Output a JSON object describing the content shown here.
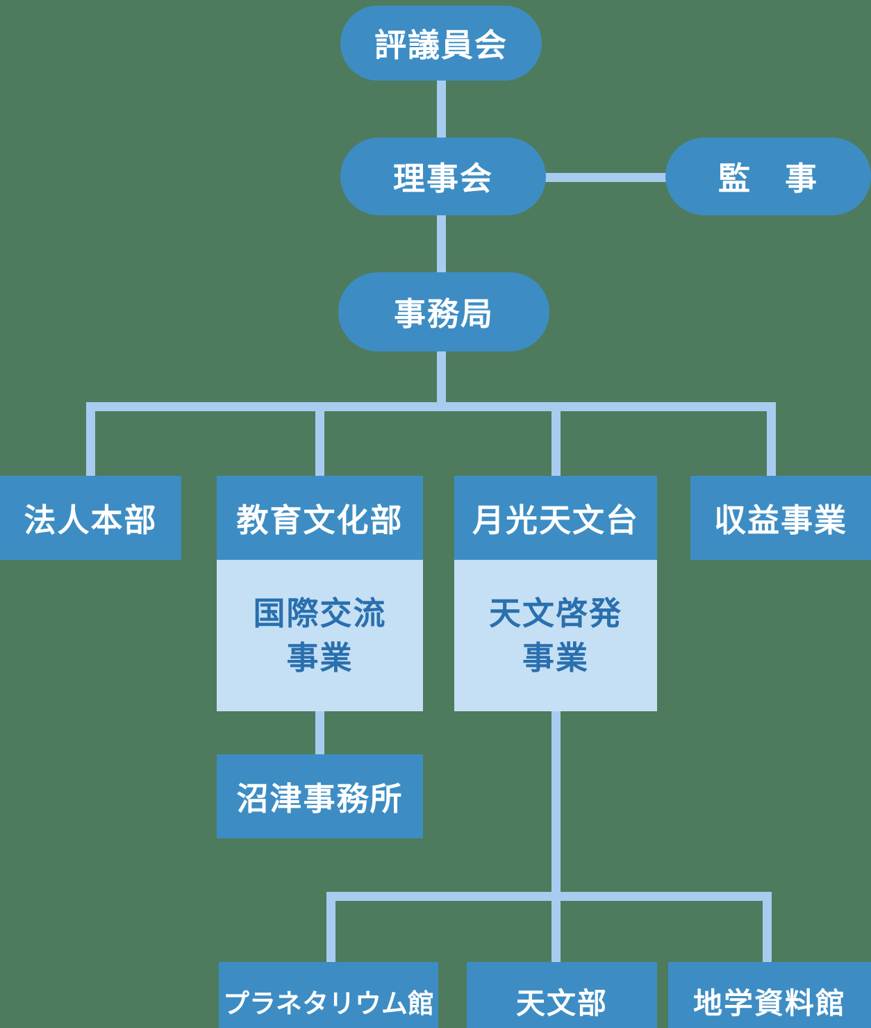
{
  "colors": {
    "background": "#4e7b5d",
    "node_fill": "#3d8dc4",
    "node_text": "#ffffff",
    "subnode_fill": "#c5e0f4",
    "subnode_text": "#2a6fae",
    "connector": "#a8ccf0"
  },
  "nodes": {
    "council": "評議員会",
    "board": "理事会",
    "auditor": "監　事",
    "secretariat": "事務局",
    "corporate_hq": "法人本部",
    "education_culture": "教育文化部",
    "gekko_observatory": "月光天文台",
    "profit_business": "収益事業",
    "intl_exchange_line1": "国際交流",
    "intl_exchange_line2": "事業",
    "astro_outreach_line1": "天文啓発",
    "astro_outreach_line2": "事業",
    "numazu_office": "沼津事務所",
    "planetarium": "プラネタリウム館",
    "astronomy_dept": "天文部",
    "geoscience_museum": "地学資料館"
  },
  "edges": [
    [
      "評議員会",
      "理事会"
    ],
    [
      "理事会",
      "監　事"
    ],
    [
      "理事会",
      "事務局"
    ],
    [
      "事務局",
      "法人本部"
    ],
    [
      "事務局",
      "教育文化部"
    ],
    [
      "事務局",
      "月光天文台"
    ],
    [
      "事務局",
      "収益事業"
    ],
    [
      "教育文化部",
      "国際交流事業"
    ],
    [
      "国際交流事業",
      "沼津事務所"
    ],
    [
      "月光天文台",
      "天文啓発事業"
    ],
    [
      "天文啓発事業",
      "プラネタリウム館"
    ],
    [
      "天文啓発事業",
      "天文部"
    ],
    [
      "天文啓発事業",
      "地学資料館"
    ]
  ]
}
